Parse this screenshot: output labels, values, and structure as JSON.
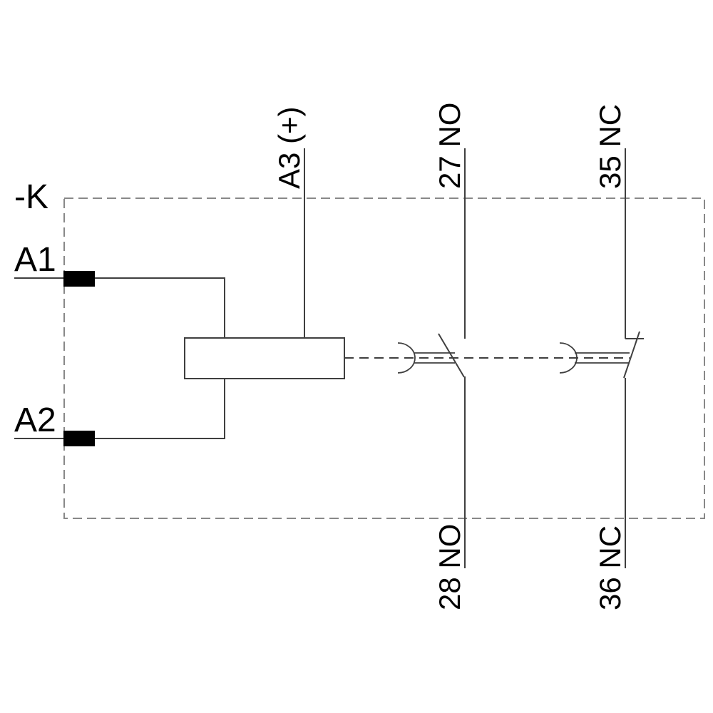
{
  "diagram": {
    "type": "relay-contactor-schematic",
    "device_label": "-K",
    "coil": {
      "terminal_a1": "A1",
      "terminal_a2": "A2",
      "terminal_a3": "A3 (+)"
    },
    "contacts": {
      "no": {
        "top_label": "27 NO",
        "bottom_label": "28 NO"
      },
      "nc": {
        "top_label": "35 NC",
        "bottom_label": "36 NC"
      }
    },
    "colors": {
      "line": "#3f3f3f",
      "dashed_border": "#888888",
      "terminal_fill": "#000000",
      "text": "#000000",
      "background": "#ffffff"
    }
  }
}
